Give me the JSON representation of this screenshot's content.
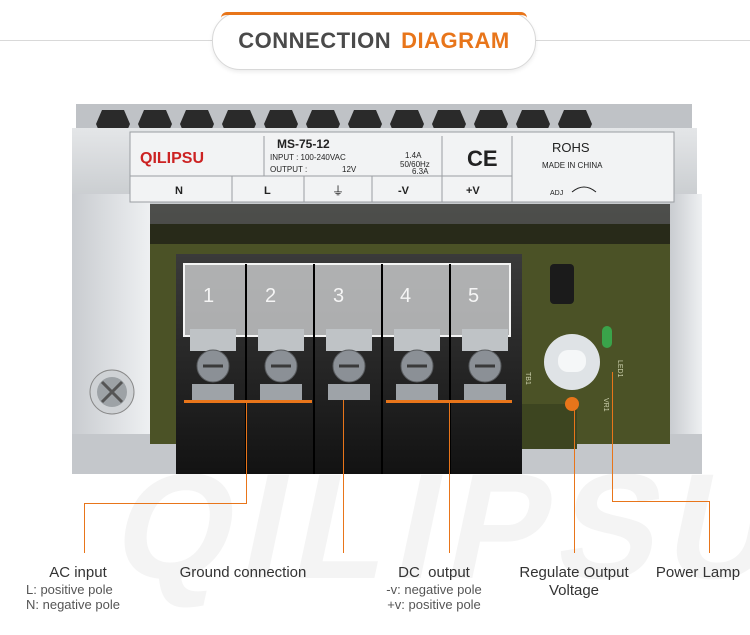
{
  "header": {
    "title_part1": "CONNECTION",
    "title_part2": "DIAGRAM"
  },
  "watermark": "QILIPSU",
  "label": {
    "brand": "QILIPSU",
    "model": "MS-75-12",
    "input": "INPUT : 100-240VAC",
    "input_current": "1.4A",
    "input_freq": "50/60Hz",
    "output": "OUTPUT :",
    "output_voltage": "12V",
    "output_current": "6.3A",
    "ce": "CE",
    "rohs": "ROHS",
    "made_in": "MADE IN CHINA",
    "terminals": [
      "N",
      "L",
      "⏚",
      "-V",
      "+V"
    ],
    "adj": "ADJ"
  },
  "terminal_numbers": [
    "1",
    "2",
    "3",
    "4",
    "5"
  ],
  "board_marks": {
    "tb": "TB1",
    "led": "LED1",
    "vr": "VR1"
  },
  "callouts": {
    "ac_input": {
      "title": "AC input",
      "lines": [
        "L: positive pole",
        "N: negative pole"
      ]
    },
    "ground": {
      "title": "Ground connection"
    },
    "dc_output": {
      "title": "DC  output",
      "lines": [
        "-v: negative pole",
        "+v: positive pole"
      ]
    },
    "regulate": {
      "title_line1": "Regulate Output",
      "title_line2": "Voltage"
    },
    "power_lamp": {
      "title": "Power Lamp"
    }
  },
  "colors": {
    "accent": "#e8751a",
    "text": "#333333"
  }
}
